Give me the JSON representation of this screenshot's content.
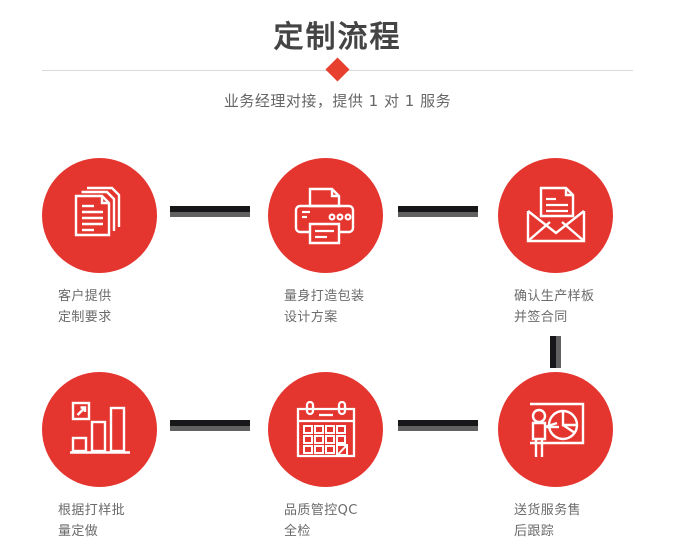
{
  "header": {
    "title": "定制流程",
    "subtitle": "业务经理对接，提供 1 对 1 服务",
    "accent_color": "#e8402f",
    "title_color": "#444444",
    "divider_color": "#d9d9d9",
    "diamond_icon": "diamond-accent-icon"
  },
  "theme": {
    "circle_color": "#e5352f",
    "connector_color": "#17171a",
    "connector_shadow_color": "#616161",
    "label_color": "#6b6b6b",
    "background": "#ffffff"
  },
  "steps": [
    {
      "index": 1,
      "icon": "documents-stack-icon",
      "label_line1": "客户提供",
      "label_line2": "定制要求"
    },
    {
      "index": 2,
      "icon": "printer-icon",
      "label_line1": "量身打造包装",
      "label_line2": "设计方案"
    },
    {
      "index": 3,
      "icon": "envelope-letter-icon",
      "label_line1": "确认生产样板",
      "label_line2": "并签合同"
    },
    {
      "index": 4,
      "icon": "bar-chart-growth-icon",
      "label_line1": "根据打样批",
      "label_line2": "量定做"
    },
    {
      "index": 5,
      "icon": "calendar-icon",
      "label_line1": "品质管控QC",
      "label_line2": "全检"
    },
    {
      "index": 6,
      "icon": "presentation-pie-chart-icon",
      "label_line1": "送货服务售",
      "label_line2": "后跟踪"
    }
  ],
  "connectors": [
    {
      "name": "connector-step1-step2",
      "orientation": "horizontal"
    },
    {
      "name": "connector-step2-step3",
      "orientation": "horizontal"
    },
    {
      "name": "connector-step3-step6",
      "orientation": "vertical"
    },
    {
      "name": "connector-step4-step5",
      "orientation": "horizontal"
    },
    {
      "name": "connector-step5-step6",
      "orientation": "horizontal"
    }
  ]
}
